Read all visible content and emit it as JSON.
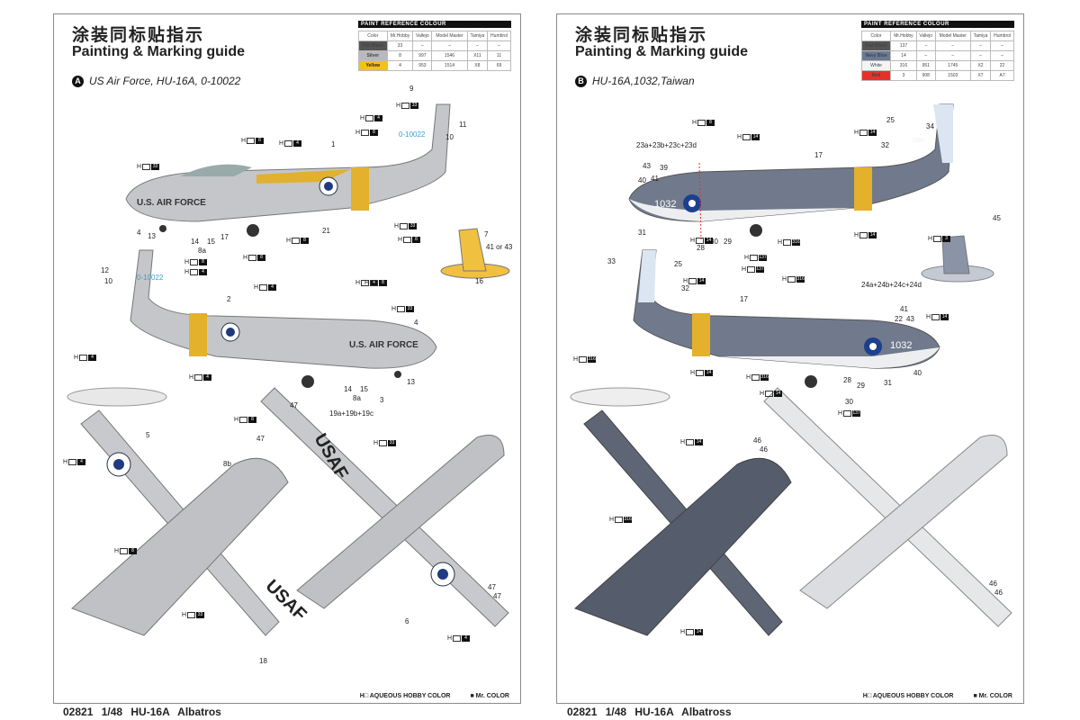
{
  "left": {
    "title_zh": "涂装同标贴指示",
    "title_en": "Painting & Marking guide",
    "scheme_badge": "A",
    "scheme": "US Air Force, HU-16A, 0-10022",
    "paint": {
      "header": "PAINT  REFERENCE COLOUR",
      "cols": [
        "Color",
        "Mr.Hobby",
        "Vallejo",
        "Model Master",
        "Tamiya",
        "Humbrol"
      ],
      "rows": [
        {
          "color": "Flat Black",
          "swatch": "#555555",
          "code": "33",
          "vallejo": "–",
          "mm": "–",
          "tamiya": "–",
          "humbrol": "–"
        },
        {
          "color": "Silver",
          "swatch": "#b8b8c0",
          "code": "8",
          "vallejo": "997",
          "mm": "1546",
          "tamiya": "X11",
          "humbrol": "11"
        },
        {
          "color": "Yellow",
          "swatch": "#f2c21b",
          "code": "4",
          "vallejo": "953",
          "mm": "1514",
          "tamiya": "X8",
          "humbrol": "69"
        }
      ]
    },
    "fuselage_text": "U.S. AIR FORCE",
    "tail_serial": "0-10022",
    "wing_text": "USAF",
    "callouts": [
      "9",
      "11",
      "10",
      "1",
      "4",
      "13",
      "14",
      "15",
      "17",
      "21",
      "8a",
      "12",
      "10",
      "2",
      "3",
      "4",
      "13",
      "14",
      "15",
      "8a",
      "41 or 43",
      "7",
      "16",
      "5",
      "8b",
      "47",
      "47",
      "19a+19b+19c",
      "6",
      "47",
      "47",
      "18"
    ],
    "paint_codes": [
      "33",
      "8",
      "4",
      "8",
      "4",
      "33",
      "8",
      "8",
      "33",
      "8",
      "8",
      "4",
      "4",
      "4",
      "4",
      "33",
      "8",
      "8",
      "4",
      "8",
      "4",
      "33",
      "8",
      "33",
      "4"
    ],
    "legend": {
      "hobby": "AQUEOUS HOBBY COLOR",
      "mr": "Mr. COLOR"
    }
  },
  "right": {
    "title_zh": "涂装同标贴指示",
    "title_en": "Painting & Marking guide",
    "scheme_badge": "B",
    "scheme": "HU-16A,1032,Taiwan",
    "paint": {
      "header": "PAINT  REFERENCE COLOUR",
      "cols": [
        "Color",
        "Mr.Hobby",
        "Vallejo",
        "Model Master",
        "Tamiya",
        "Humbrol"
      ],
      "rows": [
        {
          "color": "Flat Black",
          "swatch": "#555555",
          "code": "137",
          "vallejo": "–",
          "mm": "–",
          "tamiya": "–",
          "humbrol": "–"
        },
        {
          "color": "Navy Blue",
          "swatch": "#6a7a94",
          "code": "14",
          "vallejo": "–",
          "mm": "–",
          "tamiya": "–",
          "humbrol": "–"
        },
        {
          "color": "White",
          "swatch": "#f4f4f4",
          "code": "316",
          "vallejo": "951",
          "mm": "1745",
          "tamiya": "X2",
          "humbrol": "22"
        },
        {
          "color": "Red",
          "swatch": "#e8302a",
          "code": "3",
          "vallejo": "908",
          "mm": "1503",
          "tamiya": "X7",
          "humbrol": "A7"
        }
      ]
    },
    "fuselage_text": "1032",
    "tail_serial": "1032",
    "callouts": [
      "25",
      "34",
      "32",
      "17",
      "23a+23b+23c+23d",
      "43",
      "39",
      "40",
      "41",
      "31",
      "28",
      "30",
      "29",
      "33",
      "25",
      "32",
      "17",
      "24a+24b+24c+24d",
      "41",
      "22",
      "43",
      "28",
      "29",
      "30",
      "31",
      "40",
      "45",
      "46",
      "46",
      "46",
      "46"
    ],
    "paint_codes": [
      "8",
      "14",
      "14",
      "137",
      "14",
      "316",
      "137",
      "14",
      "3",
      "14",
      "316",
      "14",
      "316",
      "14",
      "316",
      "14",
      "137",
      "14",
      "316",
      "14"
    ],
    "legend": {
      "hobby": "AQUEOUS HOBBY COLOR",
      "mr": "Mr. COLOR"
    }
  },
  "footer": {
    "left": "02821   1/48   HU-16A  Albatros",
    "right": "02821   1/48   HU-16A  Albatross"
  }
}
